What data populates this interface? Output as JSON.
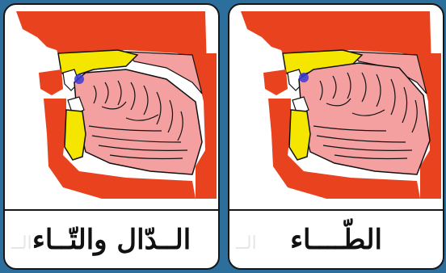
{
  "cards": [
    {
      "caption": "الــدّال والتّــاء",
      "ghost_text": "الــ"
    },
    {
      "caption": "الطّــــاء",
      "ghost_text": "الــ"
    }
  ],
  "colors": {
    "background": "#2c6f9c",
    "flesh": "#e8421f",
    "tongue": "#f4a0a0",
    "bone": "#f5e600",
    "articulation_point": "#3a3ad8"
  }
}
